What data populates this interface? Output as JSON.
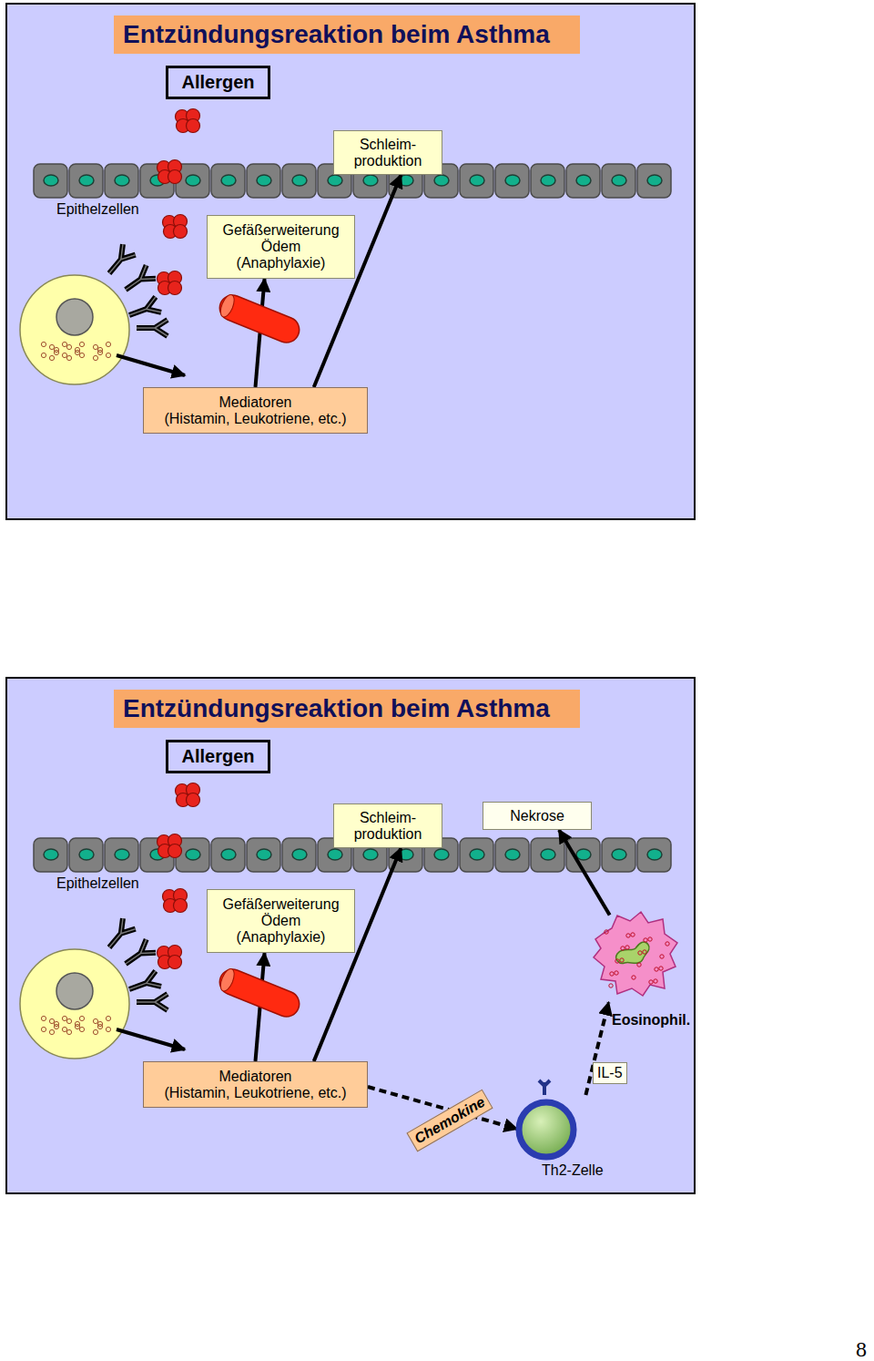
{
  "diagram": {
    "nodes": [
      {
        "text": [
          "Entzündungsreaktion beim Asthma"
        ]
      },
      {
        "text": [
          "Allergen"
        ]
      },
      {
        "text": [
          "Schleim- produktion"
        ]
      },
      {
        "text": [
          "Gefäßerweiterung Ödem (Anaphylaxie)"
        ]
      },
      {
        "text": [
          "Mediatoren",
          "(Histamin, Leukotriene, etc.)"
        ]
      },
      {
        "text": [
          "Entzündungsreaktion beim Asthma"
        ]
      },
      {
        "text": [
          "Allergen"
        ]
      },
      {
        "text": [
          "Schleim- produktion"
        ]
      },
      {
        "text": [
          "Nekrose"
        ]
      },
      {
        "text": [
          "Gefäßerweiterung Ödem (Anaphylaxie)"
        ]
      },
      {
        "text": [
          "Eosinophil."
        ]
      },
      {
        "text": [
          "Mediatoren",
          "(Histamin, Leukotriene, etc.)"
        ]
      },
      {
        "text": [
          "Th2-Zelle"
        ]
      }
    ],
    "edges": [
      {
        "from": 4,
        "to": 2,
        "arrow": "to"
      },
      {
        "from": 4,
        "to": 3,
        "arrow": "to"
      },
      {
        "from": 11,
        "to": 7,
        "arrow": "to"
      },
      {
        "from": 11,
        "to": 9,
        "arrow": "to"
      },
      {
        "from": 11,
        "to": 12,
        "label": "Chemokine",
        "arrow": "to"
      },
      {
        "from": 12,
        "to": 10,
        "label": "IL-5",
        "arrow": "to"
      },
      {
        "from": 10,
        "to": 8,
        "arrow": "to"
      }
    ],
    "labels": [
      "Epithelzellen",
      "Epithelzellen",
      "8"
    ]
  }
}
